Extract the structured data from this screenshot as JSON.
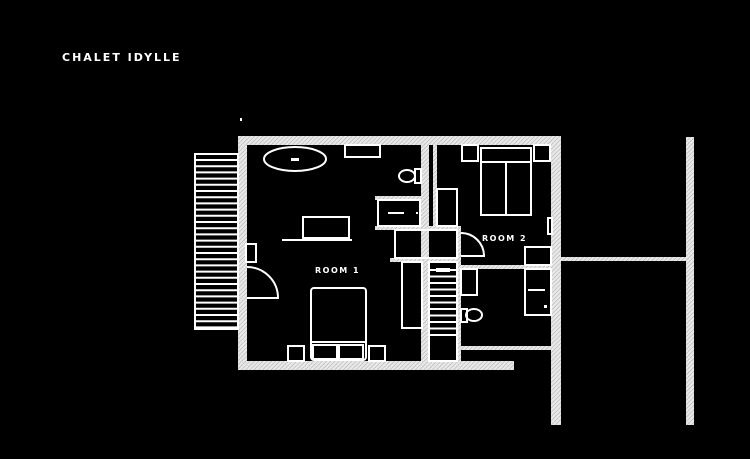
{
  "title": "CHALET IDYLLE",
  "rooms": [
    {
      "label": "ROOM 1"
    },
    {
      "label": "ROOM 2"
    }
  ],
  "colors": {
    "background": "#000000",
    "lines": "#ffffff",
    "wall_fill": "#d8d8d8"
  }
}
